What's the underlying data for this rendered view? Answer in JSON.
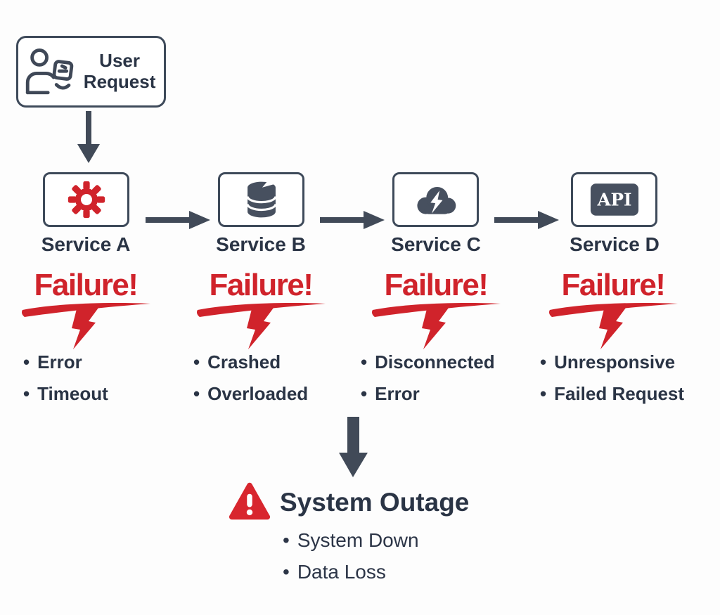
{
  "colors": {
    "red": "#d0232b",
    "slate": "#47505f",
    "arrow": "#414a58",
    "navy": "#2a3445",
    "border": "#3e4a5a",
    "background": "#fdfdfd",
    "white": "#ffffff"
  },
  "bullet_char": "•",
  "user_request": {
    "label": "User Request",
    "icon": "user-request-icon"
  },
  "services": [
    {
      "label": "Service A",
      "icon": "gear-icon",
      "failure": {
        "title": "Failure!",
        "icon": "lightning-bolt-icon",
        "items": [
          "Error",
          "Timeout"
        ]
      }
    },
    {
      "label": "Service B",
      "icon": "database-icon",
      "failure": {
        "title": "Failure!",
        "icon": "lightning-bolt-icon",
        "items": [
          "Crashed",
          "Overloaded"
        ]
      }
    },
    {
      "label": "Service C",
      "icon": "cloud-lightning-icon",
      "failure": {
        "title": "Failure!",
        "icon": "lightning-bolt-icon",
        "items": [
          "Disconnected",
          "Error"
        ]
      }
    },
    {
      "label": "Service D",
      "icon": "api-icon",
      "icon_text": "API",
      "failure": {
        "title": "Failure!",
        "icon": "lightning-bolt-icon",
        "items": [
          "Unresponsive",
          "Failed Request"
        ]
      }
    }
  ],
  "outage": {
    "icon": "warning-triangle-icon",
    "title": "System Outage",
    "items": [
      "System Down",
      "Data Loss"
    ]
  }
}
